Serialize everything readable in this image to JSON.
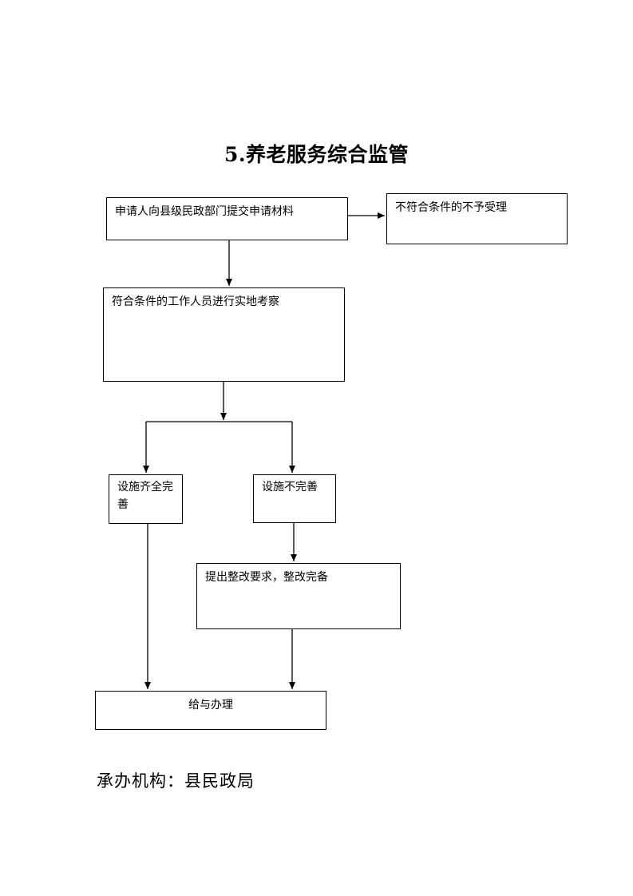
{
  "title": "5.养老服务综合监管",
  "nodes": {
    "apply": "申请人向县级民政部门提交申请材料",
    "reject": "不符合条件的不予受理",
    "inspect": "符合条件的工作人员进行实地考察",
    "complete": "设施齐全完善",
    "incomplete": "设施不完善",
    "rectify": "提出整改要求，整改完备",
    "handle": "给与办理"
  },
  "footer": "承办机构：县民政局"
}
